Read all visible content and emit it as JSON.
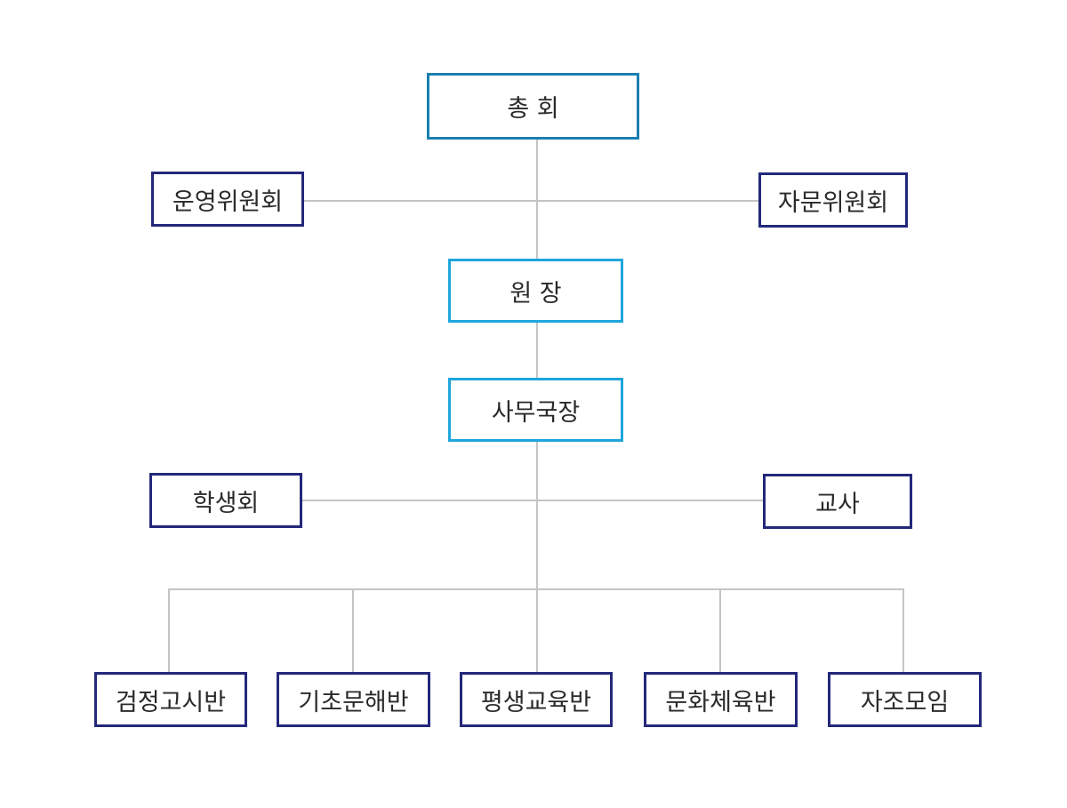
{
  "org_chart": {
    "general_assembly": "총 회",
    "steering_committee": "운영위원회",
    "advisory_committee": "자문위원회",
    "director": "원 장",
    "secretary_general": "사무국장",
    "student_council": "학생회",
    "teachers": "교사",
    "programs": [
      "검정고시반",
      "기초문해반",
      "평생교육반",
      "문화체육반",
      "자조모임"
    ]
  },
  "colors": {
    "connector": "#c4c4c4",
    "top_border": "#1a7fb0",
    "management_border": "#1ea6dd",
    "unit_border": "#24287a",
    "text": "#2a2a2a"
  }
}
